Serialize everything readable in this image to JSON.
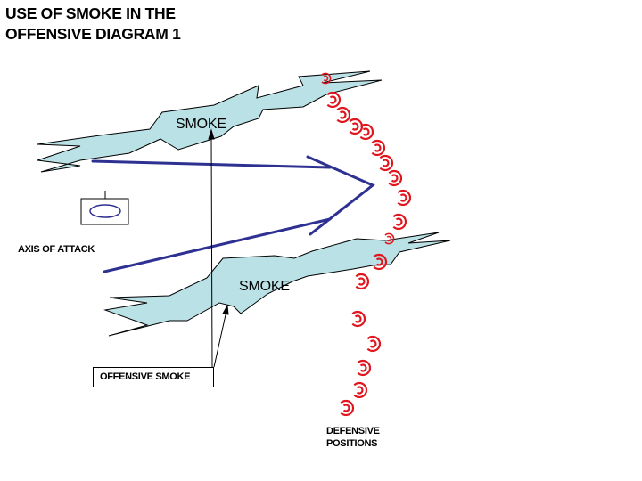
{
  "title": {
    "line1": "USE OF SMOKE IN THE",
    "line2": "OFFENSIVE DIAGRAM 1"
  },
  "labels": {
    "smoke_top": "SMOKE",
    "smoke_bottom": "SMOKE",
    "axis_of_attack": "AXIS OF ATTACK",
    "offensive_smoke": "OFFENSIVE SMOKE",
    "defensive_line1": "DEFENSIVE",
    "defensive_line2": "POSITIONS"
  },
  "colors": {
    "smoke_fill": "#b9e1e6",
    "attack_arrow": "#2e3192",
    "defensive_symbol": "#e0151d",
    "unit_symbol": "#2e3192"
  },
  "icons": {
    "unit": "friendly-unit-symbol",
    "defensive": "defensive-position-arc"
  }
}
